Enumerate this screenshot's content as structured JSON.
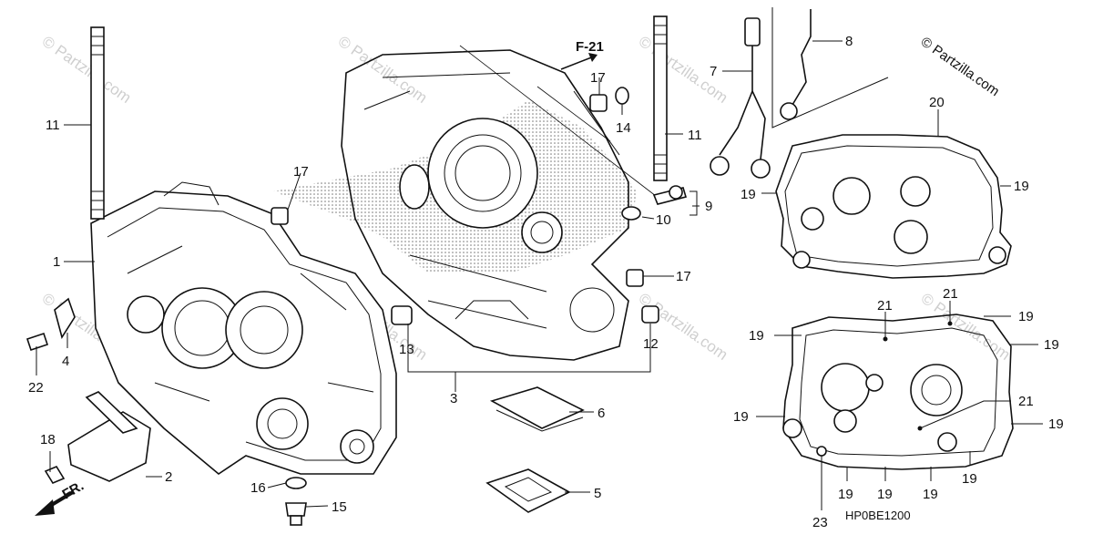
{
  "copyright": "© Partzilla.com",
  "watermark": "© Partzilla.com",
  "diagram_code": "HP0BE1200",
  "reference": "F-21",
  "front_label": "FR.",
  "callouts": {
    "c1": "1",
    "c2": "2",
    "c3": "3",
    "c4": "4",
    "c5": "5",
    "c6": "6",
    "c7": "7",
    "c8": "8",
    "c9": "9",
    "c10": "10",
    "c11a": "11",
    "c11b": "11",
    "c12": "12",
    "c13": "13",
    "c14": "14",
    "c15": "15",
    "c16": "16",
    "c17a": "17",
    "c17b": "17",
    "c17c": "17",
    "c18": "18",
    "c20": "20",
    "c21a": "21",
    "c21b": "21",
    "c21c": "21",
    "c22": "22",
    "c23": "23",
    "c19a": "19",
    "c19b": "19",
    "c19c": "19",
    "c19d": "19",
    "c19e": "19",
    "c19f": "19",
    "c19g": "19",
    "c19h": "19",
    "c19i": "19",
    "c19j": "19",
    "c19k": "19"
  },
  "icons": {
    "front_arrow": "arrow-left-down-icon",
    "reference_arrow": "arrow-up-right-icon"
  }
}
